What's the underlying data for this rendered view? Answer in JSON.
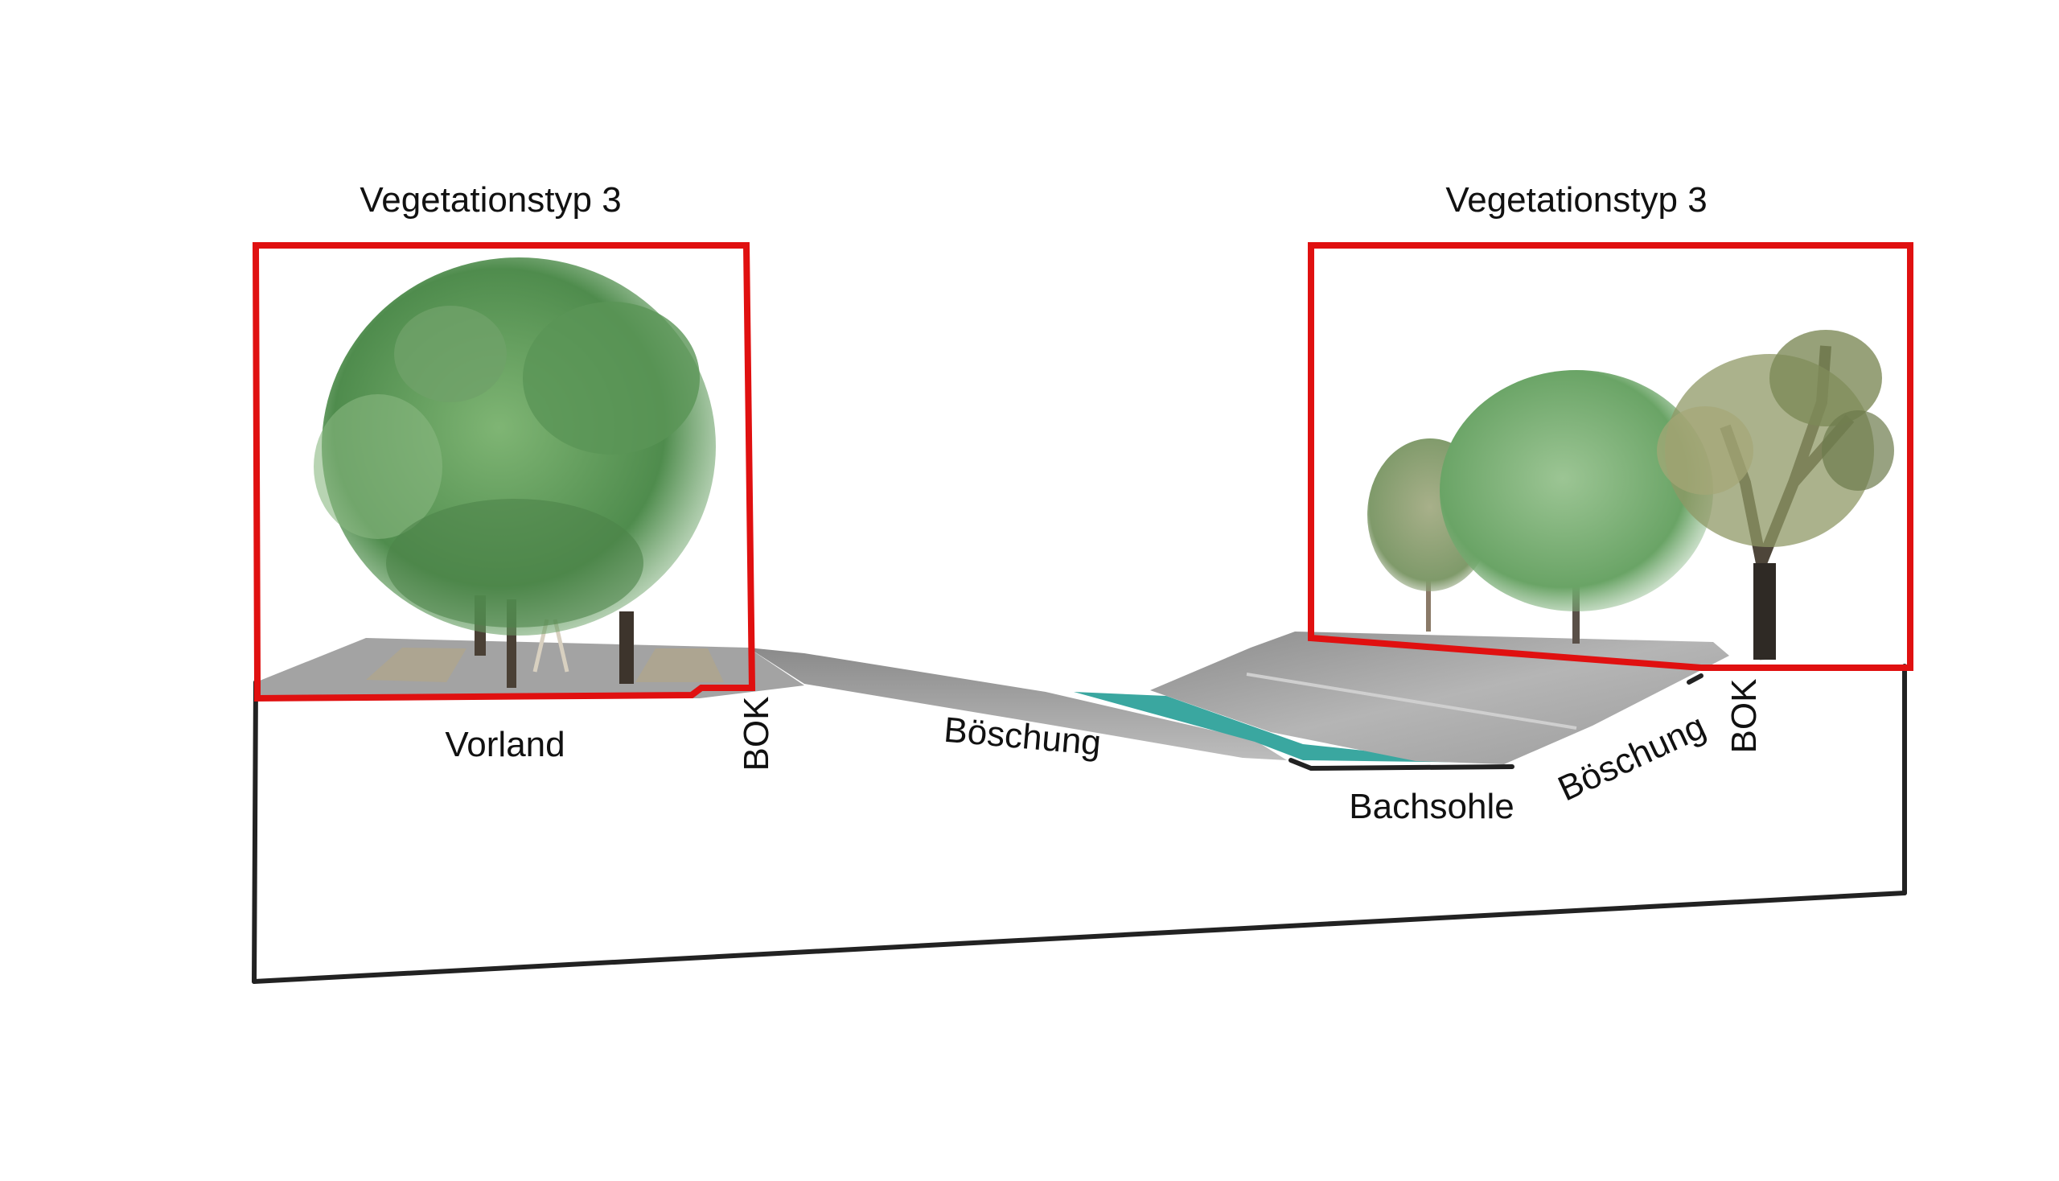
{
  "labels": {
    "vegetation_left": "Vegetationstyp 3",
    "vegetation_right": "Vegetationstyp 3",
    "vorland": "Vorland",
    "bok_left": "BOK",
    "boeschung_left": "Böschung",
    "bachsohle": "Bachsohle",
    "boeschung_right": "Böschung",
    "bok_right": "BOK"
  },
  "colors": {
    "highlight_frame": "#e01010",
    "outline": "#222222",
    "terrain": "#9a9a9a",
    "water": "#3aa7a0",
    "foliage": "#5f9c5a"
  }
}
